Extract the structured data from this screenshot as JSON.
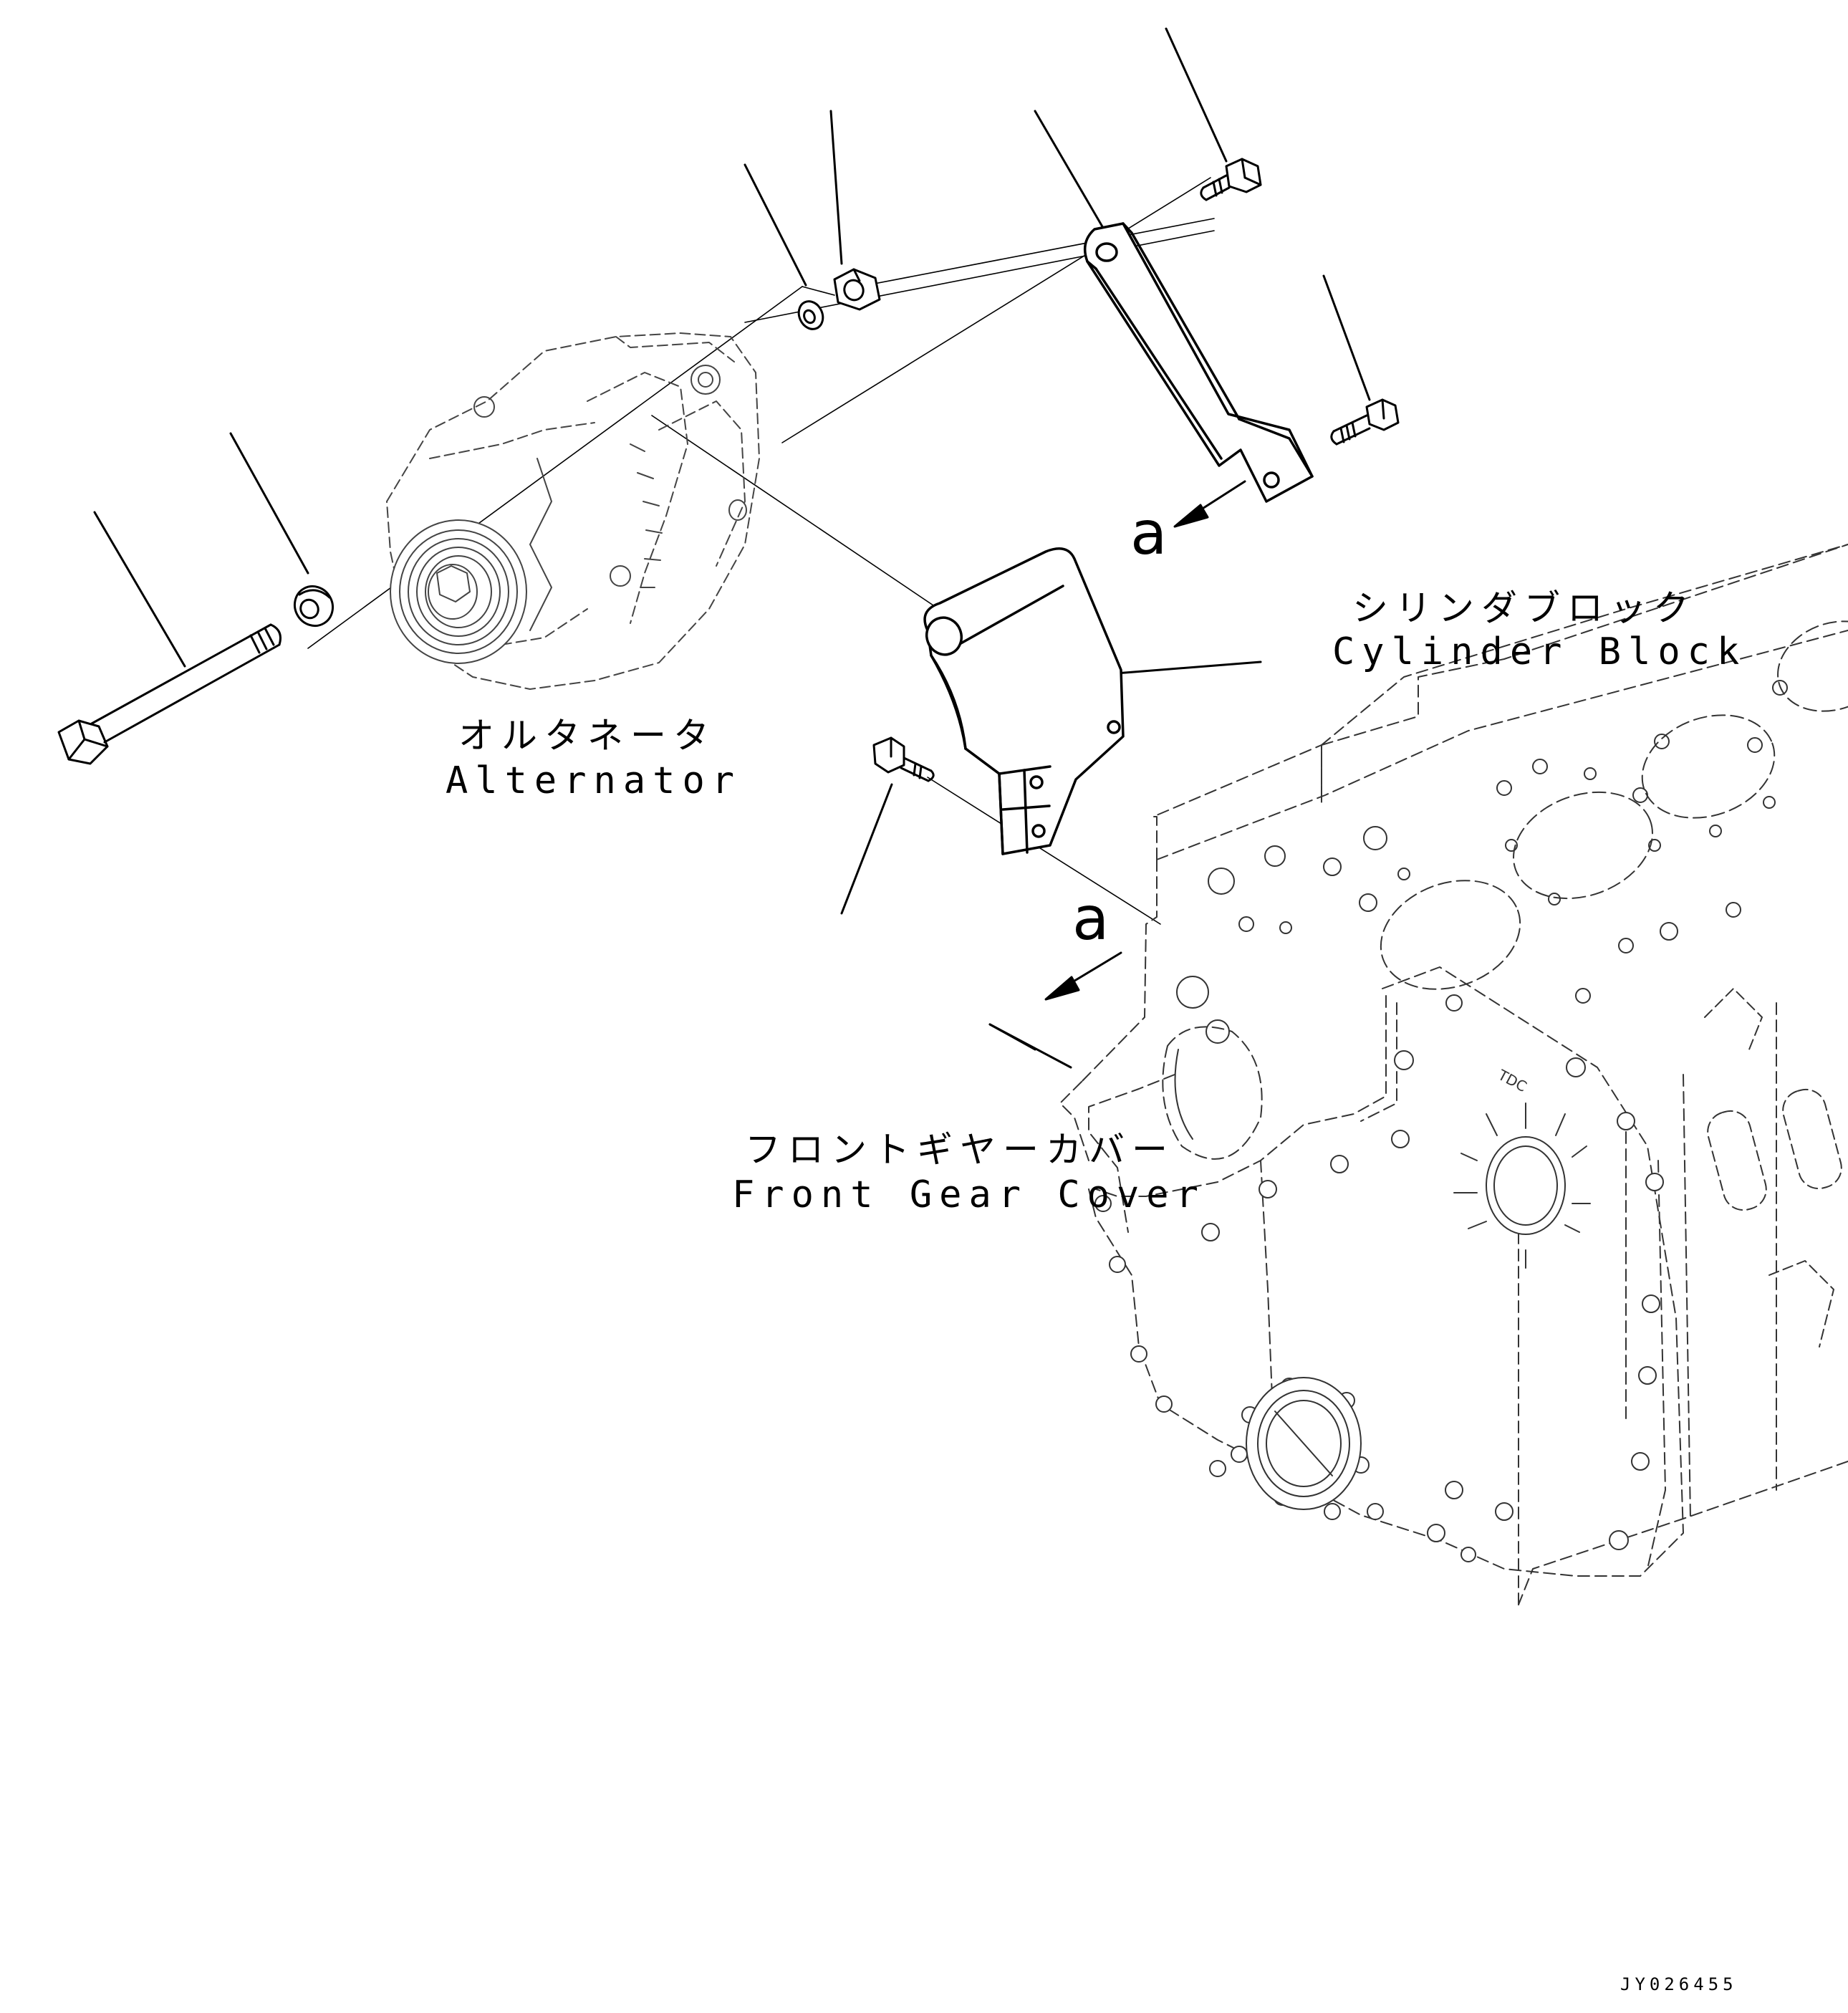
{
  "labels": {
    "alternator_jp": "オルタネータ",
    "alternator_en": "Alternator",
    "cylinder_block_jp": "シリンダブロック",
    "cylinder_block_en": "Cylinder Block",
    "front_gear_cover_jp": "フロントギヤーカバー",
    "front_gear_cover_en": "Front Gear Cover"
  },
  "view_marks": {
    "upper": "a",
    "lower": "a"
  },
  "engraving": "TDC",
  "drawing_code": "JY026455"
}
